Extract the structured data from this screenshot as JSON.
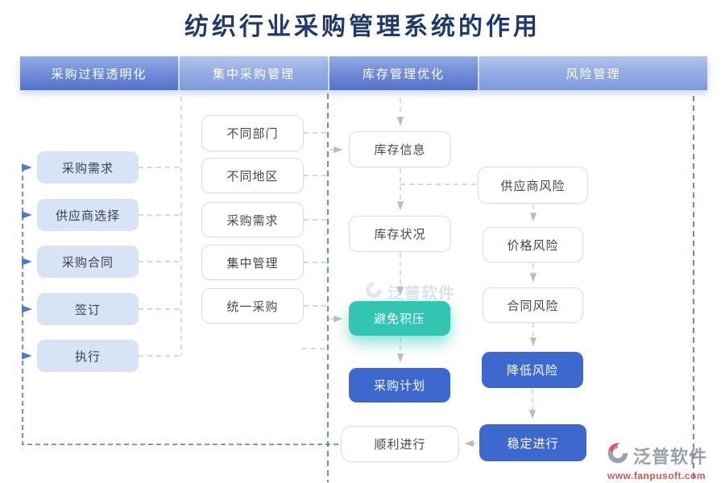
{
  "title": "纺织行业采购管理系统的作用",
  "headers": [
    "采购过程透明化",
    "集中采购管理",
    "库存管理优化",
    "风险管理"
  ],
  "columns": {
    "transparency": [
      "采购需求",
      "供应商选择",
      "采购合同",
      "签订",
      "执行"
    ],
    "centralized": [
      "不同部门",
      "不同地区",
      "采购需求",
      "集中管理",
      "统一采购"
    ],
    "inventory": [
      "库存信息",
      "库存状况",
      "避免积压",
      "采购计划",
      "顺利进行"
    ],
    "risk": [
      "供应商风险",
      "价格风险",
      "合同风险",
      "降低风险",
      "稳定进行"
    ]
  },
  "watermark": {
    "brand": "泛普软件"
  },
  "logo": {
    "brand": "泛普软件",
    "url": "www.fanpusoft.com"
  },
  "colors": {
    "title": "#1E3A6D",
    "header_dark": "#5372CB",
    "header_light": "#7E99DC",
    "node_light_blue": "#D9E3F6",
    "node_teal": "#34C5B2",
    "node_blue": "#3D68CE",
    "connector_blue": "#4D7AD0",
    "connector_gray": "#C9C9C9",
    "logo_gray": "#9AA0A8",
    "logo_red": "#D9534F"
  }
}
